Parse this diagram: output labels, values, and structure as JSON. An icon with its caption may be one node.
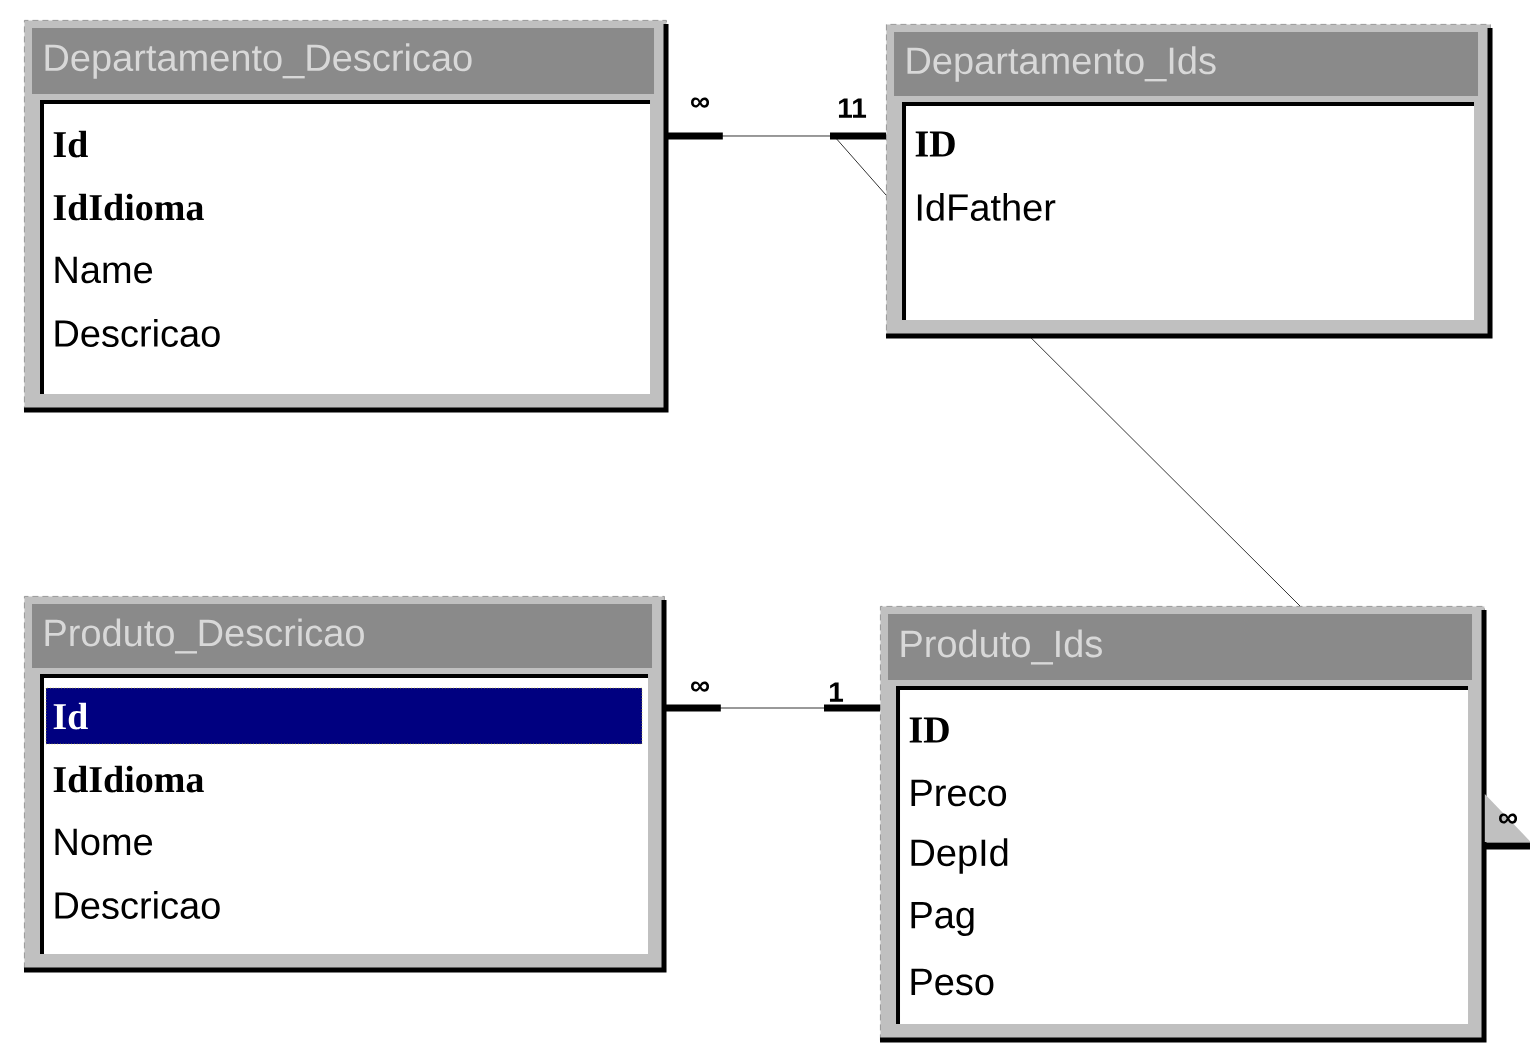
{
  "diagram": {
    "nodes": [
      {
        "text": [
          "Departamento_Descricao",
          "Id",
          "IdIdioma",
          "Name",
          "Descricao"
        ]
      },
      {
        "text": [
          "Departamento_Ids",
          "ID",
          "IdFather"
        ]
      },
      {
        "text": [
          "Produto_Descricao",
          "Id",
          "IdIdioma",
          "Nome",
          "Descricao"
        ]
      },
      {
        "text": [
          "Produto_Ids",
          "ID",
          "Preco",
          "DepId",
          "Pag",
          "Peso"
        ]
      }
    ],
    "edges": [
      {
        "from": 0,
        "to": 1,
        "arrow": "none"
      },
      {
        "from": 1,
        "to": 1,
        "arrow": "none"
      },
      {
        "from": 1,
        "to": 3,
        "arrow": "none"
      },
      {
        "from": 2,
        "to": 3,
        "arrow": "none"
      },
      {
        "from": 3,
        "to": null,
        "arrow": "none"
      }
    ],
    "labels": [
      "∞",
      "11",
      "∞",
      "1",
      "∞"
    ]
  }
}
